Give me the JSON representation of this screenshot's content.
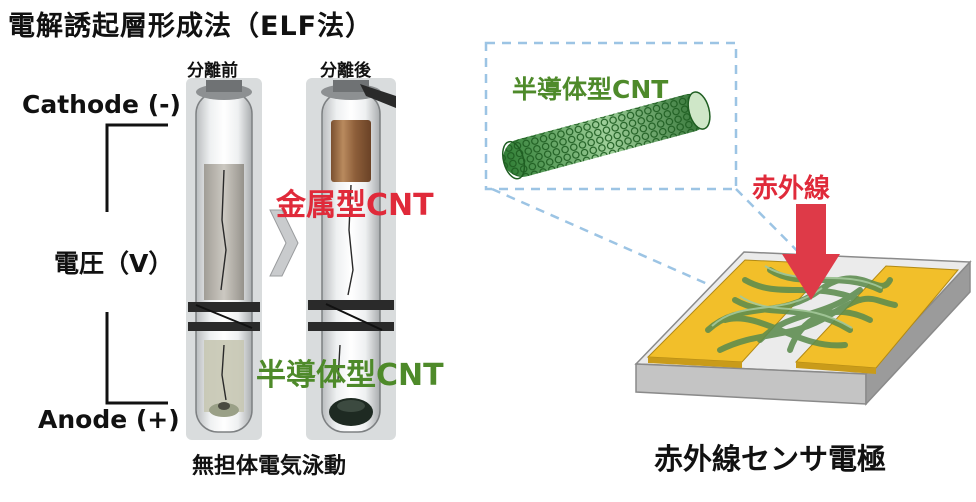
{
  "title": "電解誘起層形成法（ELF法）",
  "tube_labels": {
    "before": "分離前",
    "after": "分離後"
  },
  "electrodes": {
    "cathode": "Cathode (-)",
    "voltage": "電圧（V）",
    "anode": "Anode (+)"
  },
  "fractions": {
    "metallic": "金属型CNT",
    "semiconducting": "半導体型CNT"
  },
  "method_caption": "無担体電気泳動",
  "inset_label": "半導体型CNT",
  "infrared_label": "赤外線",
  "sensor_caption": "赤外線センサ電極",
  "colors": {
    "metallic_text": "#e02a3a",
    "semiconducting_text": "#4e8a2a",
    "arrow": "#de3a48",
    "electrode_pad": "#f2bf2a",
    "inset_border": "#9cc4e4"
  }
}
